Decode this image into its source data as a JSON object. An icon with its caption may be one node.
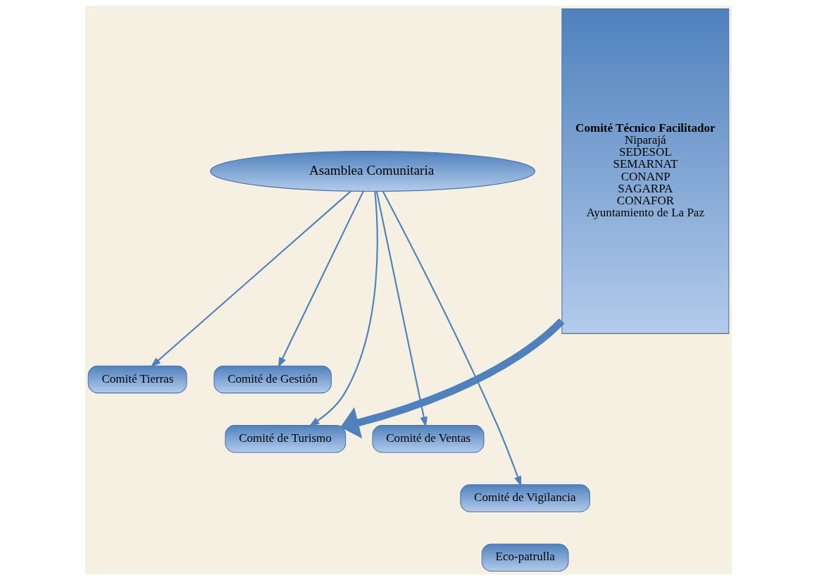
{
  "diagram": {
    "nodes": [
      {
        "text": [
          "Asamblea Comunitaria"
        ]
      },
      {
        "text": [
          "Comité Técnico Facilitador",
          "Niparajá",
          "SEDESOL",
          "SEMARNAT",
          "CONANP",
          "SAGARPA",
          "CONAFOR",
          "Ayuntamiento de La Paz"
        ]
      },
      {
        "text": [
          "Comité Tierras"
        ]
      },
      {
        "text": [
          "Comité de Gestión"
        ]
      },
      {
        "text": [
          "Comité de Turismo"
        ]
      },
      {
        "text": [
          "Comité de Ventas"
        ]
      },
      {
        "text": [
          "Comité de Vigilancia"
        ]
      },
      {
        "text": [
          "Eco-patrulla"
        ]
      }
    ],
    "edges": [
      {
        "from": 0,
        "to": 2,
        "arrow": "to"
      },
      {
        "from": 0,
        "to": 4,
        "arrow": "to"
      },
      {
        "from": 0,
        "to": 6,
        "arrow": "to"
      },
      {
        "from": 0,
        "to": 5,
        "arrow": "to"
      },
      {
        "from": 0,
        "to": 3,
        "arrow": "to"
      },
      {
        "from": 1,
        "to": 4,
        "arrow": "to",
        "style": "thick"
      }
    ]
  }
}
